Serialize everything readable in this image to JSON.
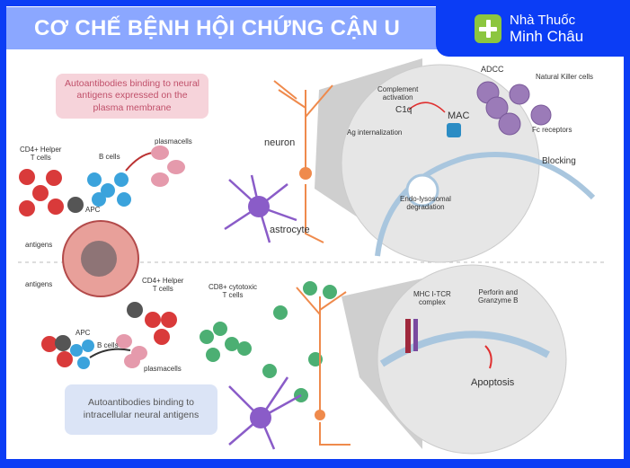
{
  "header": {
    "title": "CƠ CHẾ BỆNH HỘI CHỨNG CẬN U",
    "brand_line1": "Nhà Thuốc",
    "brand_line2": "Minh Châu",
    "logo_icon": "plus-cross-icon"
  },
  "colors": {
    "frame": "#0b3df5",
    "header_bar": "#8ba7ff",
    "logo_green": "#8cc63f",
    "pink_box": "#f6d3da",
    "blue_box": "#dbe4f6"
  },
  "top": {
    "box_text": "Autoantibodies binding to neural antigens expressed on the plasma membrane",
    "labels": {
      "cd4": "CD4+ Helper\nT cells",
      "bcells": "B cells",
      "plasmacells": "plasmacells",
      "apc": "APC",
      "antigens": "antigens",
      "neuron": "neuron",
      "astrocyte": "astrocyte"
    },
    "zoom": {
      "complement": "Complement\nactivation",
      "c1q": "C1q",
      "mac": "MAC",
      "ag_int": "Ag internalization",
      "endo": "Endo-lysosomal\ndegradation",
      "adcc": "ADCC",
      "nk": "Natural Killer cells",
      "fc": "Fc receptors",
      "blocking": "Blocking"
    }
  },
  "bottom": {
    "box_text": "Autoantibodies binding to intracellular neural antigens",
    "labels": {
      "antigens": "antigens",
      "cd4": "CD4+ Helper\nT cells",
      "cd8": "CD8+ cytotoxic\nT cells",
      "apc": "APC",
      "bcells": "B cells",
      "plasmacells": "plasmacells"
    },
    "zoom": {
      "mhc": "MHC I-TCR\ncomplex",
      "perforin": "Perforin and\nGranzyme B",
      "apoptosis": "Apoptosis"
    }
  }
}
